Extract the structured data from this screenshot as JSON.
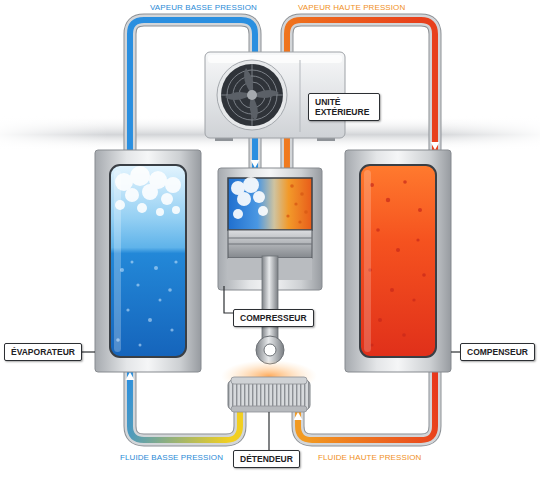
{
  "diagram": {
    "nodes": [
      {
        "text": [
          "UNITÉ EXTÉRIEURE"
        ]
      },
      {
        "text": [
          "ÉVAPORATEUR"
        ]
      },
      {
        "text": [
          "COMPRESSEUR"
        ]
      },
      {
        "text": [
          "COMPENSEUR"
        ]
      },
      {
        "text": [
          "DÉTENDEUR"
        ]
      }
    ],
    "edges": [
      {
        "from": 1,
        "to": 2,
        "arrow": "to",
        "label": "VAPEUR BASSE PRESSION"
      },
      {
        "from": 2,
        "to": 3,
        "arrow": "to",
        "label": "VAPEUR HAUTE PRESSION"
      },
      {
        "from": 3,
        "to": 4,
        "arrow": "to",
        "label": "FLUIDE HAUTE PRESSION"
      },
      {
        "from": 4,
        "to": 1,
        "arrow": "to",
        "label": "FLUIDE BASSE PRESSION"
      }
    ]
  }
}
